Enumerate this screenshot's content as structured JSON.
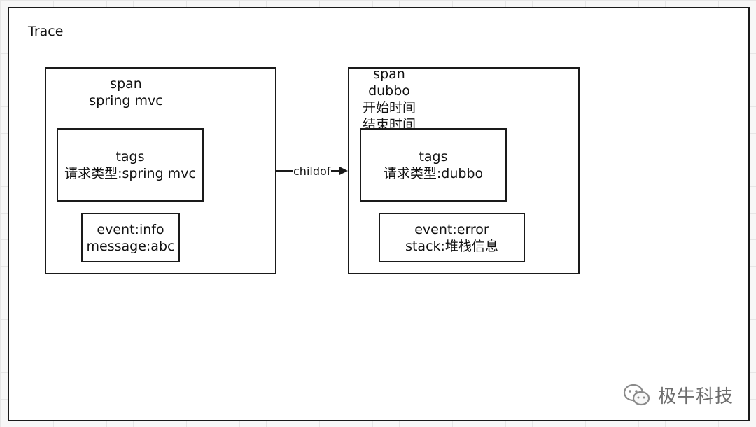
{
  "trace": {
    "title": "Trace"
  },
  "span_left": {
    "head": [
      "span",
      "spring mvc"
    ],
    "tags": [
      "tags",
      "请求类型:spring mvc"
    ],
    "event": [
      "event:info",
      "message:abc"
    ]
  },
  "span_right": {
    "head": [
      "span",
      "dubbo",
      "开始时间",
      "结束时间"
    ],
    "tags": [
      "tags",
      "请求类型:dubbo"
    ],
    "event": [
      "event:error",
      "stack:堆栈信息"
    ]
  },
  "edge": {
    "label": "childof"
  },
  "watermark": {
    "text": "极牛科技",
    "icon": "wechat-icon"
  },
  "colors": {
    "stroke": "#1a1a1a",
    "grid": "#e6e6e6",
    "watermark": "#6d6d6d"
  }
}
